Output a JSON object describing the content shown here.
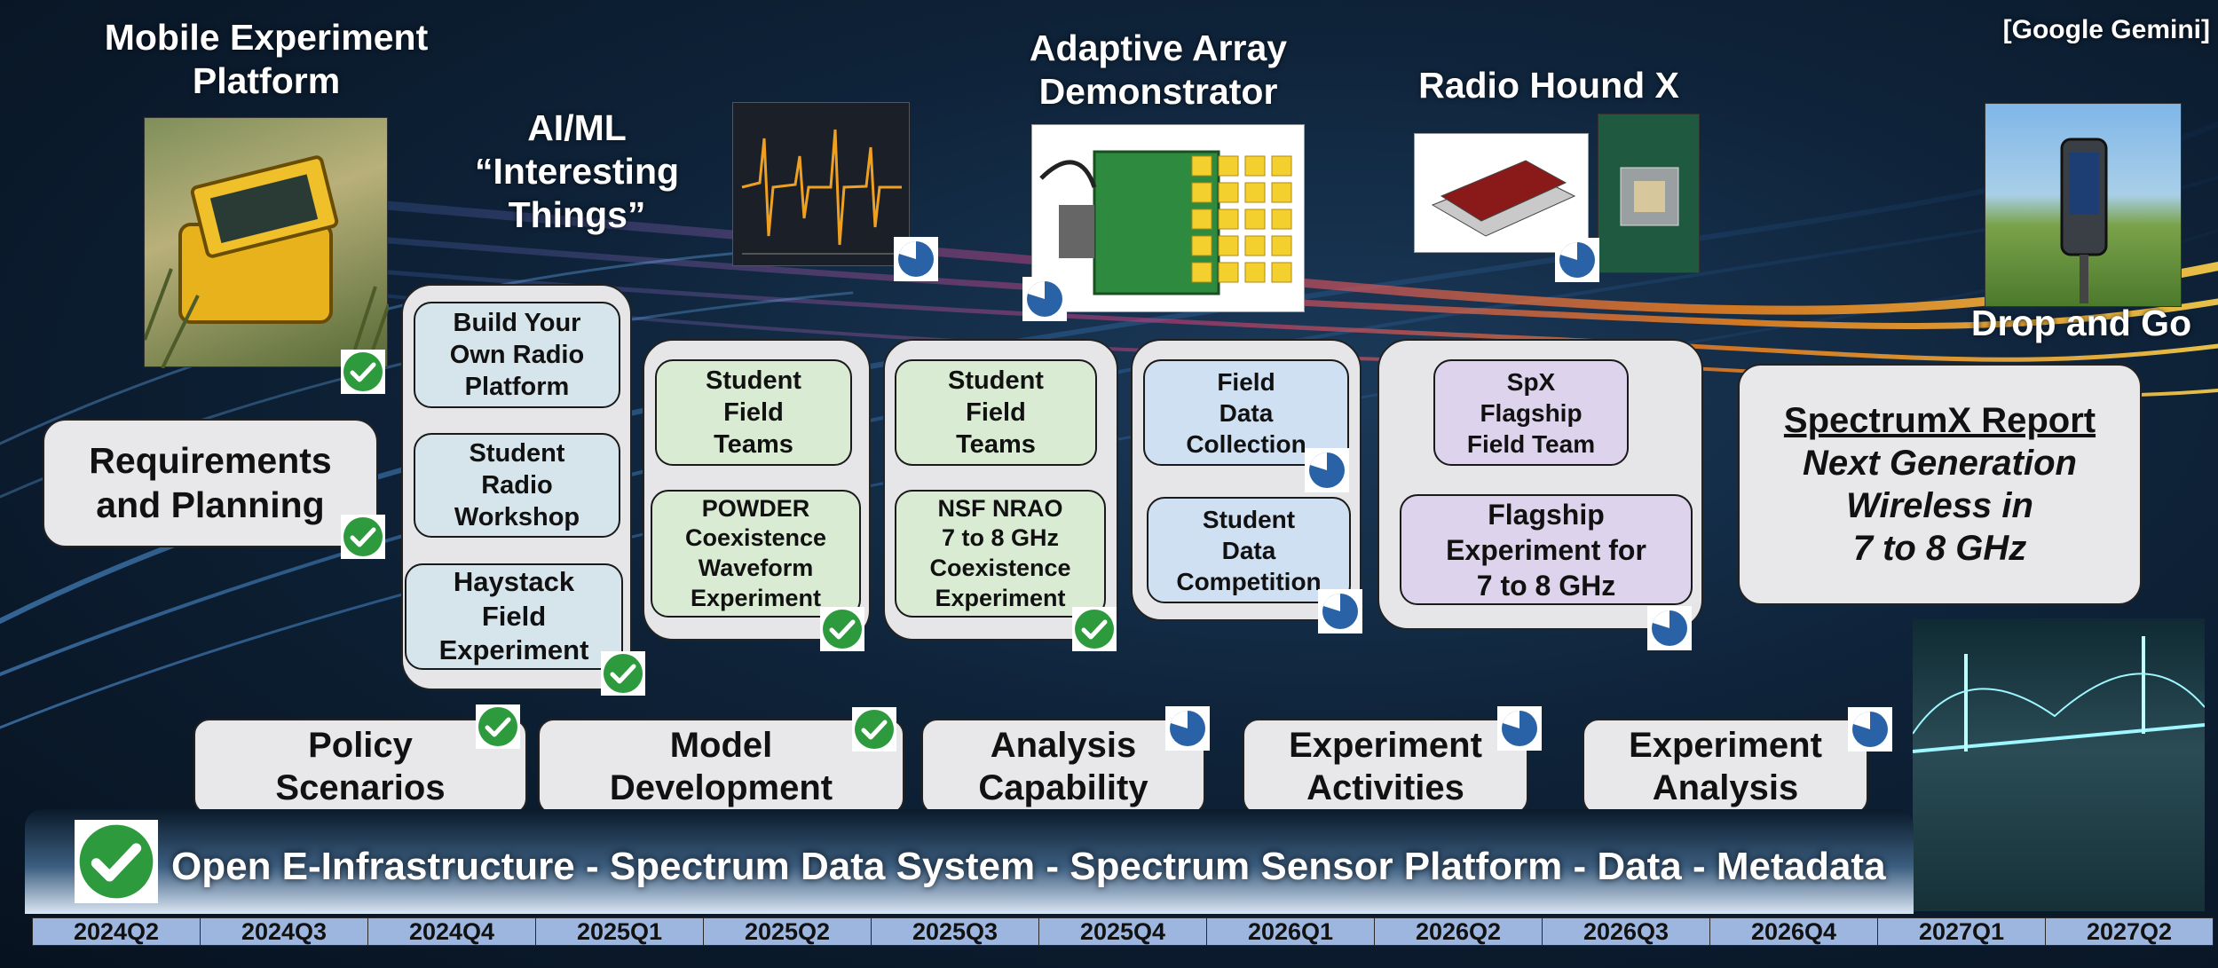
{
  "watermark": "[Google Gemini]",
  "headings": {
    "mobile": "Mobile Experiment\nPlatform",
    "aiml": "AI/ML\n“Interesting\nThings”",
    "adaptive": "Adaptive Array\nDemonstrator",
    "radiohound": "Radio Hound X",
    "drop": "Drop and Go"
  },
  "requirements": "Requirements\nand Planning",
  "columns": {
    "col1": [
      "Build Your\nOwn Radio\nPlatform",
      "Student\nRadio\nWorkshop",
      "Haystack\nField\nExperiment"
    ],
    "col2": [
      "Student\nField\nTeams",
      "POWDER\nCoexistence\nWaveform\nExperiment"
    ],
    "col3": [
      "Student\nField\nTeams",
      "NSF NRAO\n7 to 8 GHz\nCoexistence\nExperiment"
    ],
    "col4": [
      "Field\nData\nCollection",
      "Student\nData\nCompetition"
    ],
    "col5": [
      "SpX\nFlagship\nField Team",
      "Flagship\nExperiment for\n7 to 8 GHz"
    ]
  },
  "report": {
    "title": "SpectrumX Report",
    "subtitle": "Next Generation\nWireless in\n7 to 8 GHz"
  },
  "pillars": [
    "Policy\nScenarios",
    "Model\nDevelopment",
    "Analysis\nCapability",
    "Experiment\nActivities",
    "Experiment\nAnalysis"
  ],
  "infrastructure": "Open E-Infrastructure - Spectrum Data System - Spectrum Sensor Platform - Data - Metadata",
  "timeline": [
    "2024Q2",
    "2024Q3",
    "2024Q4",
    "2025Q1",
    "2025Q2",
    "2025Q3",
    "2025Q4",
    "2026Q1",
    "2026Q2",
    "2026Q3",
    "2026Q4",
    "2027Q1",
    "2027Q2"
  ],
  "status_icons": {
    "complete": "checkmark-icon",
    "in_progress": "pie-progress-icon"
  },
  "colors": {
    "check_green": "#2e9a3e",
    "pie_blue": "#2a62a8",
    "timeline_fill": "#9cb6e0"
  }
}
